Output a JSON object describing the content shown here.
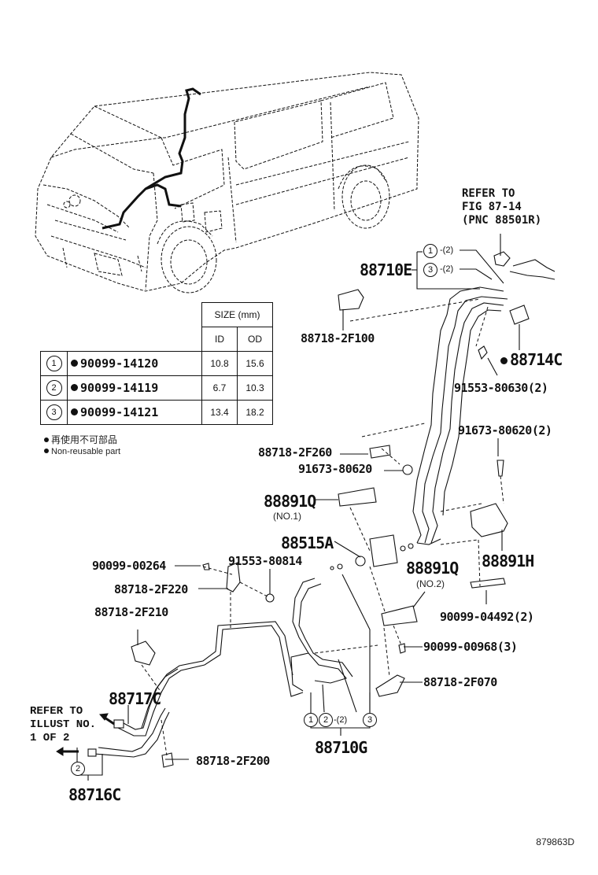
{
  "figure_id": "879863D",
  "vehicle_illustration": "van-overview",
  "refer_top": {
    "lines": [
      "REFER TO",
      "FIG 87-14",
      "(PNC 88501R)"
    ]
  },
  "refer_left": {
    "lines": [
      "REFER TO",
      "ILLUST NO.",
      "1 OF 2"
    ]
  },
  "oring_table": {
    "header_size": "SIZE (mm)",
    "col_id": "ID",
    "col_od": "OD",
    "rows": [
      {
        "no": "1",
        "part": "90099-14120",
        "id": "10.8",
        "od": "15.6"
      },
      {
        "no": "2",
        "part": "90099-14119",
        "id": "6.7",
        "od": "10.3"
      },
      {
        "no": "3",
        "part": "90099-14121",
        "id": "13.4",
        "od": "18.2"
      }
    ],
    "legend_jp": "再使用不可部品",
    "legend_en": "Non-reusable part"
  },
  "callouts": {
    "p88710E": "88710E",
    "p88710E_o1": "1",
    "p88710E_o1_qty": "-(2)",
    "p88710E_o3": "3",
    "p88710E_o3_qty": "-(2)",
    "p88718_2F100": "88718-2F100",
    "p88714C": "88714C",
    "p91553_80630": "91553-80630(2)",
    "p91673_80620_2": "91673-80620(2)",
    "p88718_2F260": "88718-2F260",
    "p91673_80620": "91673-80620",
    "p88891Q_1": "88891Q",
    "p88891Q_1_sub": "(NO.1)",
    "p88515A": "88515A",
    "p88891H": "88891H",
    "p90099_00264": "90099-00264",
    "p91553_80814": "91553-80814",
    "p88718_2F220": "88718-2F220",
    "p88891Q_2": "88891Q",
    "p88891Q_2_sub": "(NO.2)",
    "p90099_04492": "90099-04492(2)",
    "p88718_2F210": "88718-2F210",
    "p90099_00968": "90099-00968(3)",
    "p88718_2F070": "88718-2F070",
    "p88717C": "88717C",
    "p88710G": "88710G",
    "p88710G_o1": "1",
    "p88710G_o2": "2",
    "p88710G_o2_qty": "-(2)",
    "p88710G_o3": "3",
    "p88718_2F200": "88718-2F200",
    "p88716C": "88716C",
    "p88716C_o2": "2"
  }
}
